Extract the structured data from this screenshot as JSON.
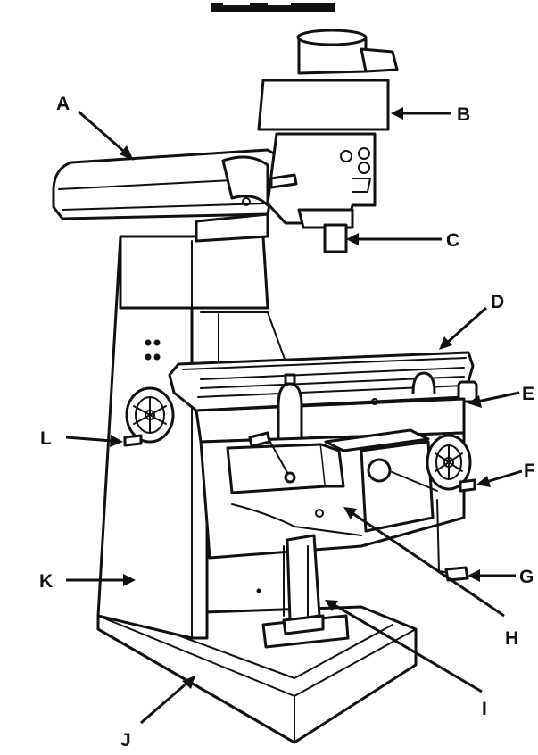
{
  "header": {
    "title_fragment": ""
  },
  "colors": {
    "ink": "#111111",
    "paper": "#ffffff"
  },
  "labels": {
    "A": "A",
    "B": "B",
    "C": "C",
    "D": "D",
    "E": "E",
    "F": "F",
    "G": "G",
    "H": "H",
    "I": "I",
    "J": "J",
    "K": "K",
    "L": "L"
  }
}
